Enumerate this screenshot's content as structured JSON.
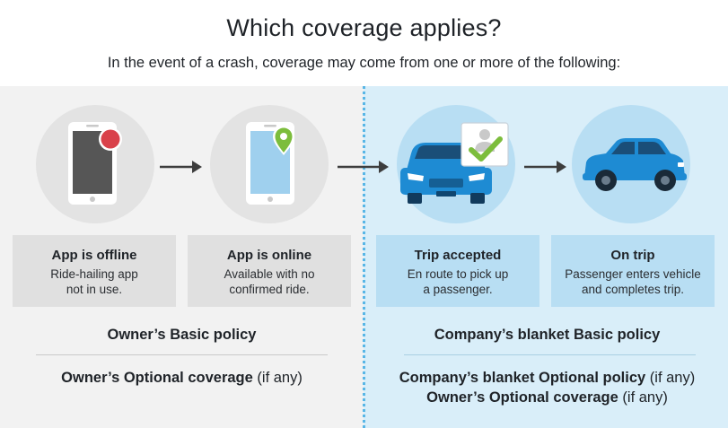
{
  "title": "Which coverage applies?",
  "subtitle": "In the event of a crash, coverage may come from one or more of the following:",
  "stages": [
    {
      "title": "App is offline",
      "desc1": "Ride-hailing app",
      "desc2": "not in use.",
      "icon": "phone-offline-icon"
    },
    {
      "title": "App is online",
      "desc1": "Available with no",
      "desc2": "confirmed ride.",
      "icon": "phone-online-icon"
    },
    {
      "title": "Trip accepted",
      "desc1": "En route to pick up",
      "desc2": "a passenger.",
      "icon": "car-checkmark-icon"
    },
    {
      "title": "On trip",
      "desc1": "Passenger enters vehicle",
      "desc2": "and completes trip.",
      "icon": "car-side-icon"
    }
  ],
  "left_policies": {
    "basic": "Owner’s Basic policy",
    "optional_bold": "Owner’s Optional coverage",
    "optional_suffix": "(if any)"
  },
  "right_policies": {
    "basic": "Company’s blanket Basic policy",
    "optional1_bold": "Company’s blanket Optional policy",
    "optional1_suffix": "(if any)",
    "optional2_bold": "Owner’s Optional coverage",
    "optional2_suffix": "(if any)"
  },
  "colors": {
    "left_panel": "#f2f2f2",
    "right_panel": "#d9eef9",
    "offline_dot": "#d9414a",
    "online_pin": "#7cbd3c",
    "car_blue": "#1e8bd3",
    "check_green": "#7cbd3c"
  }
}
